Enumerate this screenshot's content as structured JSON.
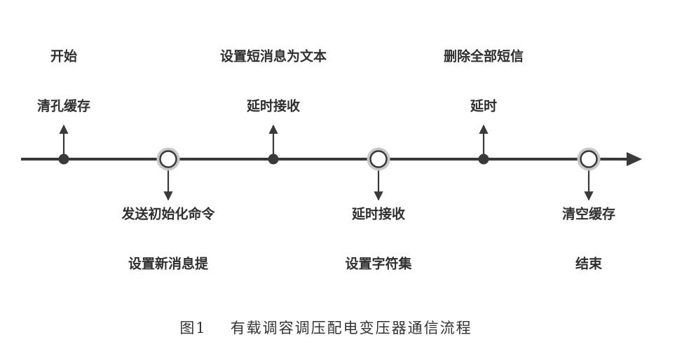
{
  "colors": {
    "line": "#3a3a3a",
    "node_fill": "#ffffff",
    "node_ring": "#c8c8c8",
    "text": "#2f2f2f"
  },
  "steps": [
    {
      "kind": "dot",
      "direction": "up",
      "labels": [
        "清孔缓存",
        "开始"
      ]
    },
    {
      "kind": "ring",
      "direction": "down",
      "labels": [
        "发送初始化命令",
        "设置新消息提"
      ]
    },
    {
      "kind": "dot",
      "direction": "up",
      "labels": [
        "延时接收",
        "设置短消息为文本"
      ]
    },
    {
      "kind": "ring",
      "direction": "down",
      "labels": [
        "延时接收",
        "设置字符集"
      ]
    },
    {
      "kind": "dot",
      "direction": "up",
      "labels": [
        "延时",
        "删除全部短信"
      ]
    },
    {
      "kind": "ring",
      "direction": "down",
      "labels": [
        "清空缓存",
        "结束"
      ]
    }
  ],
  "caption": {
    "figure": "图1",
    "title": "有载调容调压配电变压器通信流程"
  }
}
